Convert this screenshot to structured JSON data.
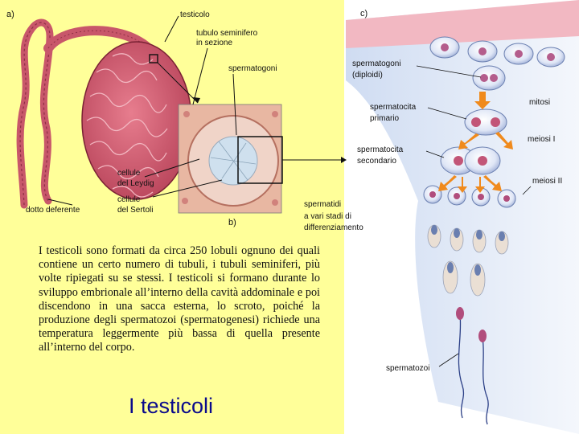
{
  "title": "I testicoli",
  "panels": {
    "a": "a)",
    "b": "b)",
    "c": "c)"
  },
  "labels": {
    "testicolo": "testicolo",
    "tubulo_l1": "tubulo seminifero",
    "tubulo_l2": "in sezione",
    "spermatogoni": "spermatogoni",
    "leydig_l1": "cellule",
    "leydig_l2": "del Leydig",
    "sertoli_l1": "cellule",
    "sertoli_l2": "del Sertoli",
    "dotto": "dotto deferente",
    "stadi_l1": "spermatidi",
    "stadi_l2": "a vari stadi di",
    "stadi_l3": "differenziamento",
    "spermatogoni_c_l1": "spermatogoni",
    "spermatogoni_c_l2": "(diploidi)",
    "mitosi": "mitosi",
    "sp1_l1": "spermatocita",
    "sp1_l2": "primario",
    "meiosi1": "meiosi I",
    "sp2_l1": "spermatocita",
    "sp2_l2": "secondario",
    "meiosi2": "meiosi II",
    "spermatozoi": "spermatozoi"
  },
  "text": {
    "paragraph": "I testicoli sono formati da circa 250 lobuli ognuno dei quali contiene un certo numero di tubuli, i tubuli seminiferi, più volte ripiegati su se stessi. I testicoli si formano durante lo sviluppo embrionale all’interno della cavità addominale e poi discendono in una sacca esterna, lo scroto, poiché la produzione degli spermatozoi (spermatogenesi) richiede una temperatura leggermente più bassa di quella presente all’interno del corpo."
  },
  "colors": {
    "background_left": "#ffff99",
    "title": "#0a0a8c",
    "tissue": "#c8576a",
    "arrow": "#f08a1c"
  }
}
